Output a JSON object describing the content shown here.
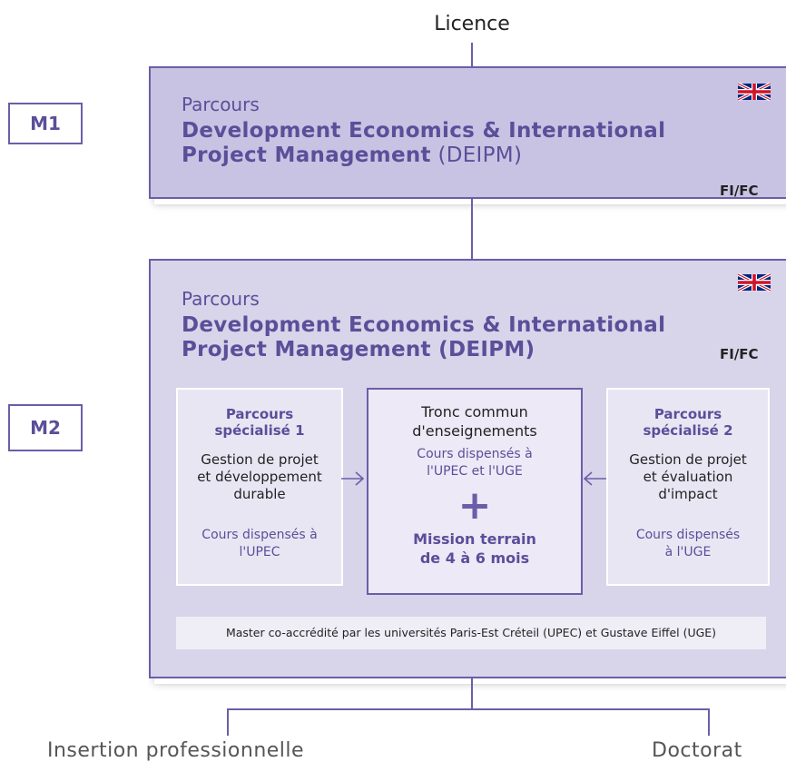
{
  "top_label": "Licence",
  "levels": {
    "m1": "M1",
    "m2": "M2"
  },
  "m1": {
    "parcours_word": "Parcours",
    "title_line1": "Development Economics & International",
    "title_line2": "Project Management",
    "abbr": " (DEIPM)",
    "fifc": "FI/FC",
    "flag_icon": "uk-flag-icon"
  },
  "m2": {
    "parcours_word": "Parcours",
    "title_line1": "Development Economics & International",
    "title_line2": "Project Management (DEIPM)",
    "fifc": "FI/FC",
    "flag_icon": "uk-flag-icon",
    "columns": {
      "left": {
        "title_line1": "Parcours",
        "title_line2": "spécialisé 1",
        "body_line1": "Gestion de projet",
        "body_line2": "et développement",
        "body_line3": "durable",
        "note_line1": "Cours dispensés à",
        "note_line2": "l'UPEC"
      },
      "center": {
        "body_line1": "Tronc commun",
        "body_line2": "d'enseignements",
        "note_line1": "Cours dispensés à",
        "note_line2": "l'UPEC et l'UGE",
        "plus": "+",
        "mission_line1": "Mission terrain",
        "mission_line2": "de 4 à 6 mois"
      },
      "right": {
        "title_line1": "Parcours",
        "title_line2": "spécialisé 2",
        "body_line1": "Gestion de projet",
        "body_line2": "et évaluation",
        "body_line3": "d'impact",
        "note_line1": "Cours dispensés",
        "note_line2": "à l'UGE"
      }
    },
    "footer_note": "Master co-accrédité par les universités Paris-Est Créteil (UPEC) et Gustave Eiffel (UGE)"
  },
  "outcomes": {
    "left": "Insertion professionnelle",
    "right": "Doctorat"
  },
  "colors": {
    "accent": "#6b5ea8",
    "m1_fill": "#c9c3e3",
    "m2_fill": "#d8d4ea",
    "column_fill": "#e9e6f4"
  }
}
